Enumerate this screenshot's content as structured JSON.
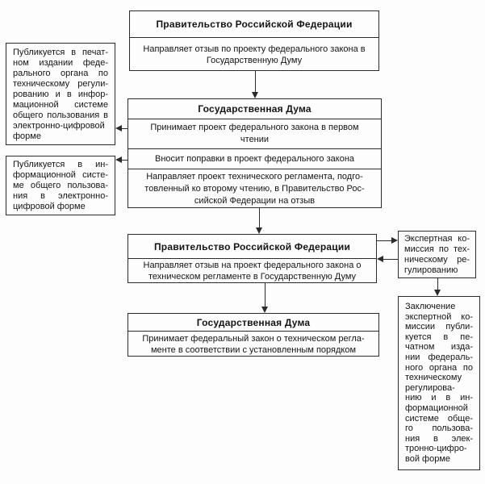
{
  "colors": {
    "background": "#fdfdfd",
    "ink": "#2b2b2b"
  },
  "boxes": {
    "gov_top": {
      "header": "Правительство Российской Федерации",
      "body": [
        "Направляет отзыв по проекту федерального закона в",
        "Государственную Думу"
      ]
    },
    "duma_first": {
      "header": "Государственная Дума",
      "row_first_reading": [
        "Принимает проект федерального закона в первом",
        "чтении"
      ],
      "row_amendments": [
        "Вносит поправки в проект федерального закона"
      ],
      "row_send_draft": [
        "Направляет проект технического регламента, подго-",
        "товленный ко второму чтению, в Правительство Рос-",
        "сийской Федерации на отзыв"
      ]
    },
    "publish_print": {
      "body": [
        "Публикуется в печат-",
        "ном издании феде-",
        "рального органа по",
        "техническому регули-",
        "рованию и в инфор-",
        "мационной системе",
        "общего пользования в",
        "электронно-цифровой",
        "форме"
      ]
    },
    "publish_info": {
      "body": [
        "Публикуется в ин-",
        "формационной систе-",
        "ме общего пользова-",
        "ния в электронно-",
        "цифровой форме"
      ]
    },
    "gov_second": {
      "header": "Правительство Российской Федерации",
      "body": [
        "Направляет отзыв на проект федерального закона о",
        "техническом регламенте в Государственную Думу"
      ]
    },
    "expert_commission": {
      "body": [
        "Экспертная ко-",
        "миссия по тех-",
        "ническому ре-",
        "гулированию"
      ]
    },
    "expert_conclusion": {
      "body": [
        "Заключение",
        "экспертной ко-",
        "миссии публи-",
        "куется в пе-",
        "чатном изда-",
        "нии федераль-",
        "ного органа по",
        "техническому",
        "регулирова-",
        "нию и в ин-",
        "формационной",
        "системе обще-",
        "го пользова-",
        "ния в элек-",
        "тронно-цифро-",
        "вой форме"
      ]
    },
    "duma_second": {
      "header": "Государственная Дума",
      "body": [
        "Принимает федеральный закон о техническом регла-",
        "менте в соответствии с установленным порядком"
      ]
    }
  }
}
